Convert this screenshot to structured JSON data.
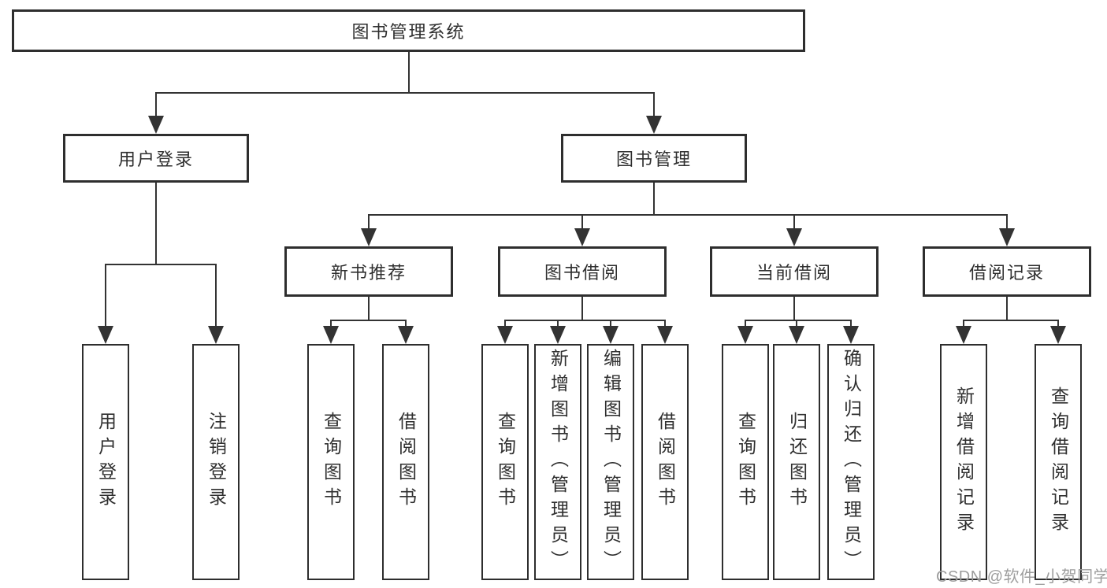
{
  "colors": {
    "line": "#333333",
    "box_border": "#2e2e2e",
    "text": "#2f2f2f",
    "background": "#ffffff",
    "watermark": "#9d9d9d"
  },
  "watermark": {
    "text": "CSDN @软件_小贺同学"
  },
  "nodes": {
    "root": {
      "id": "library-management-system",
      "label": "图书管理系统"
    },
    "level2": [
      {
        "id": "user-login-group",
        "label": "用户登录",
        "parent": "library-management-system"
      },
      {
        "id": "book-management",
        "label": "图书管理",
        "parent": "library-management-system"
      }
    ],
    "level3": [
      {
        "id": "new-book-recommend",
        "label": "新书推荐",
        "parent": "book-management"
      },
      {
        "id": "book-borrowing",
        "label": "图书借阅",
        "parent": "book-management"
      },
      {
        "id": "current-borrowing",
        "label": "当前借阅",
        "parent": "book-management"
      },
      {
        "id": "borrowing-records",
        "label": "借阅记录",
        "parent": "book-management"
      }
    ],
    "leaves": [
      {
        "id": "user-login",
        "label": "用户登录",
        "parent": "user-login-group"
      },
      {
        "id": "logout",
        "label": "注销登录",
        "parent": "user-login-group"
      },
      {
        "id": "query-books-recommend",
        "label": "查询图书",
        "parent": "new-book-recommend"
      },
      {
        "id": "borrow-books-recommend",
        "label": "借阅图书",
        "parent": "new-book-recommend"
      },
      {
        "id": "query-books-borrowing",
        "label": "查询图书",
        "parent": "book-borrowing"
      },
      {
        "id": "add-books-admin",
        "label": "新增图书（管理员）",
        "parent": "book-borrowing"
      },
      {
        "id": "edit-books-admin",
        "label": "编辑图书（管理员）",
        "parent": "book-borrowing"
      },
      {
        "id": "borrow-books-borrowing",
        "label": "借阅图书",
        "parent": "book-borrowing"
      },
      {
        "id": "query-books-current",
        "label": "查询图书",
        "parent": "current-borrowing"
      },
      {
        "id": "return-books",
        "label": "归还图书",
        "parent": "current-borrowing"
      },
      {
        "id": "confirm-return-admin",
        "label": "确认归还（管理员）",
        "parent": "current-borrowing"
      },
      {
        "id": "add-borrowing-record",
        "label": "新增借阅记录",
        "parent": "borrowing-records"
      },
      {
        "id": "query-borrowing-record",
        "label": "查询借阅记录",
        "parent": "borrowing-records"
      }
    ]
  }
}
